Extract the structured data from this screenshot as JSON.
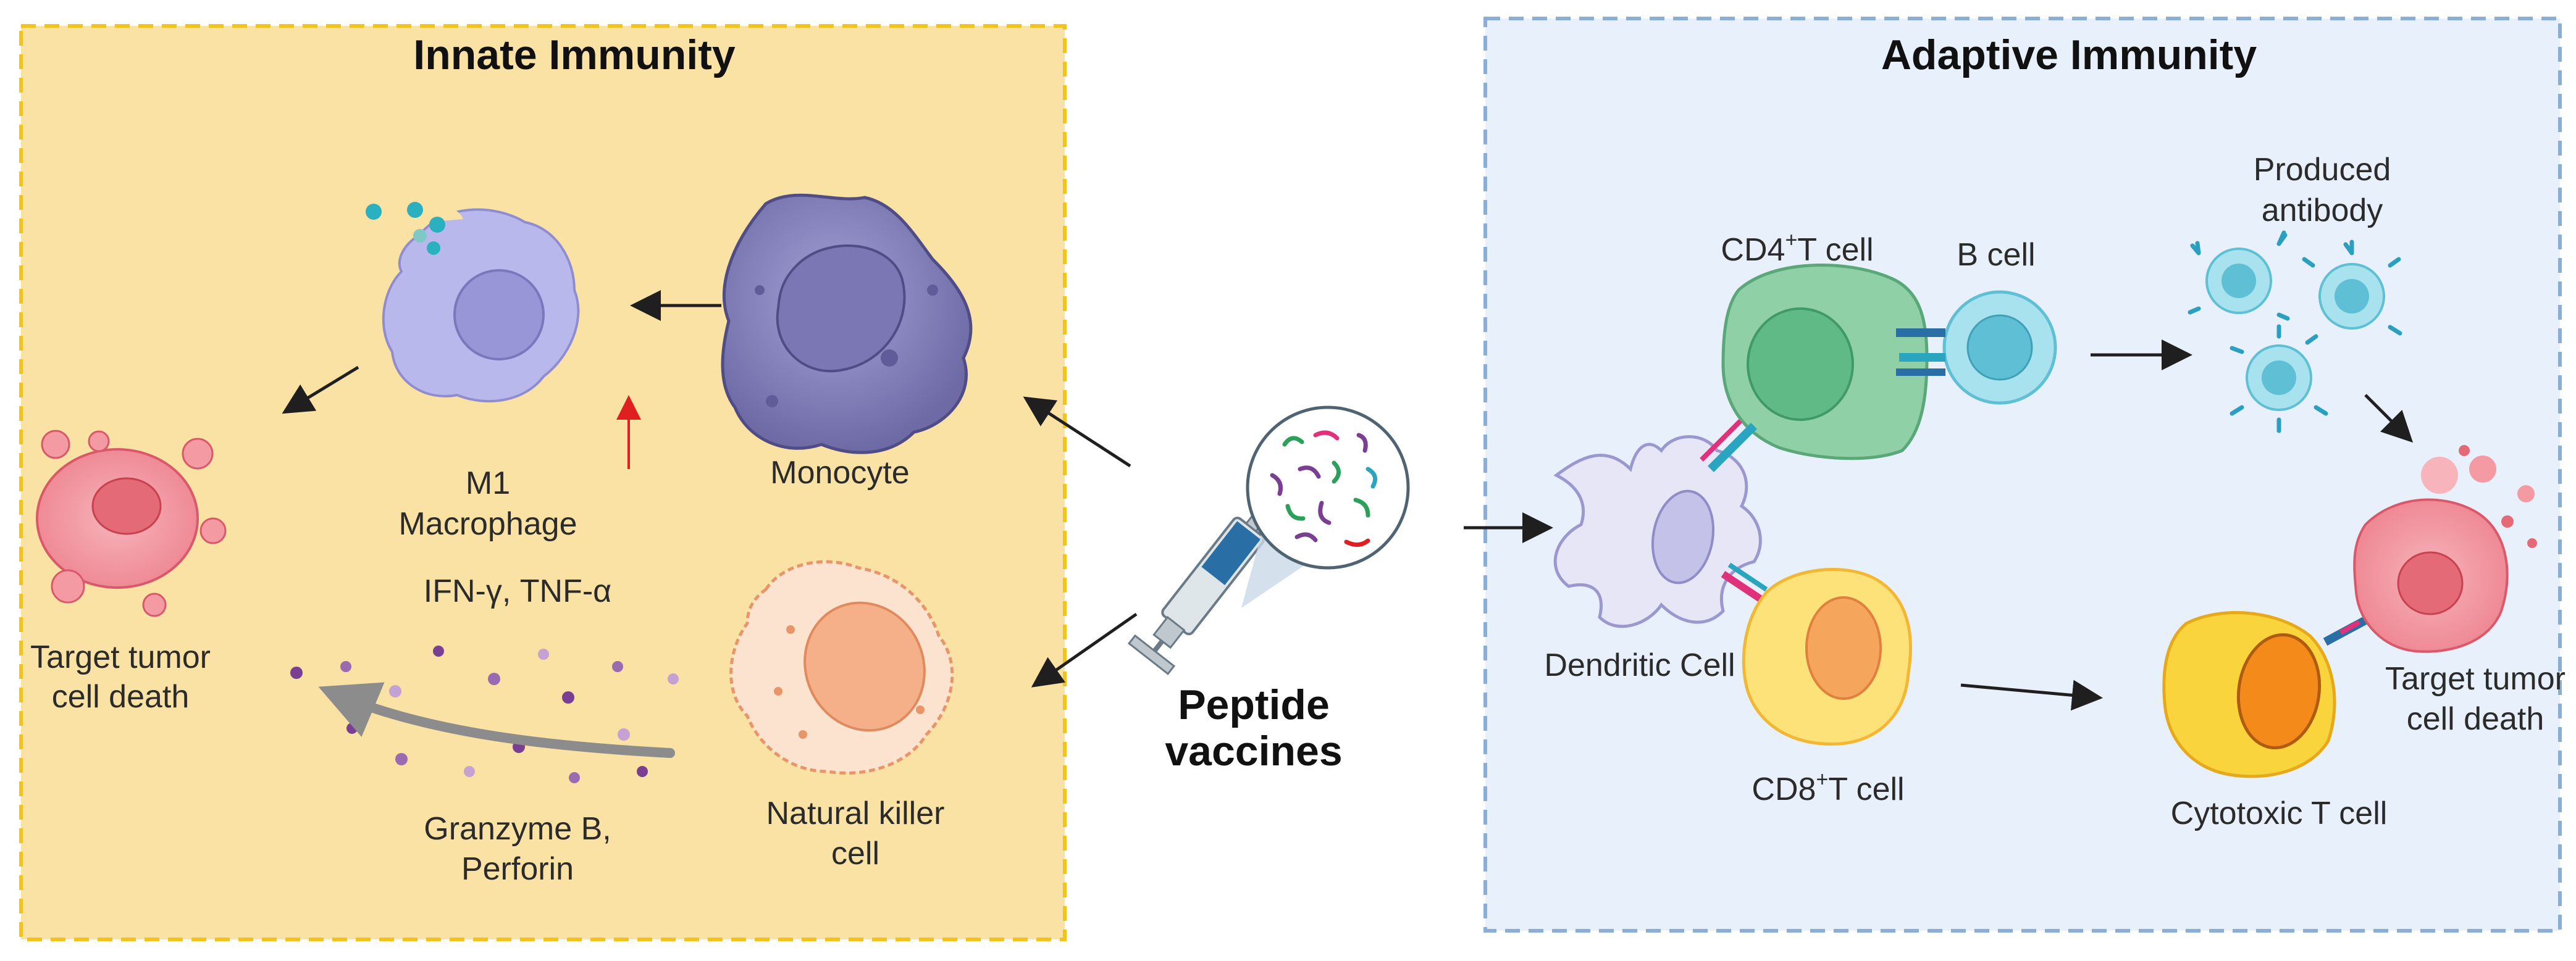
{
  "panels": {
    "innate": {
      "title": "Innate Immunity",
      "background": "#f9e2a4",
      "border": "#f2c31c"
    },
    "adaptive": {
      "title": "Adaptive Immunity",
      "background": "#e8f1fb",
      "border": "#8aaed6"
    }
  },
  "center": {
    "line1": "Peptide",
    "line2": "vaccines"
  },
  "innate_labels": {
    "monocyte": "Monocyte",
    "m1_line1": "M1",
    "m1_line2": "Macrophage",
    "nk_line1": "Natural killer",
    "nk_line2": "cell",
    "ifn": "IFN-γ, TNF-α",
    "granzyme_line1": "Granzyme B,",
    "granzyme_line2": "Perforin",
    "death_line1": "Target tumor",
    "death_line2": "cell death"
  },
  "adaptive_labels": {
    "cd4_prefix": "CD4",
    "cd4_suffix": "T cell",
    "cd8_prefix": "CD8",
    "cd8_suffix": "T cell",
    "superscript": "+",
    "b_cell": "B cell",
    "antibody_line1": "Produced",
    "antibody_line2": "antibody",
    "dendritic": "Dendritic Cell",
    "cytotoxic": "Cytotoxic T cell",
    "death_line1": "Target tumor",
    "death_line2": "cell death"
  },
  "colors": {
    "macrophage": "#b9b8ec",
    "monocyte": "#8a88c0",
    "nk_cell": "#fbe3d0",
    "tumor": "#f49aa3",
    "cd4_cell": "#8fd0a6",
    "b_cell": "#a8e2ef",
    "cd8_cell": "#fde27a",
    "cytotoxic": "#f9d43c",
    "dendritic": "#e7e6f6",
    "arrow": "#1f1f1f",
    "up_arrow": "#e02020"
  }
}
